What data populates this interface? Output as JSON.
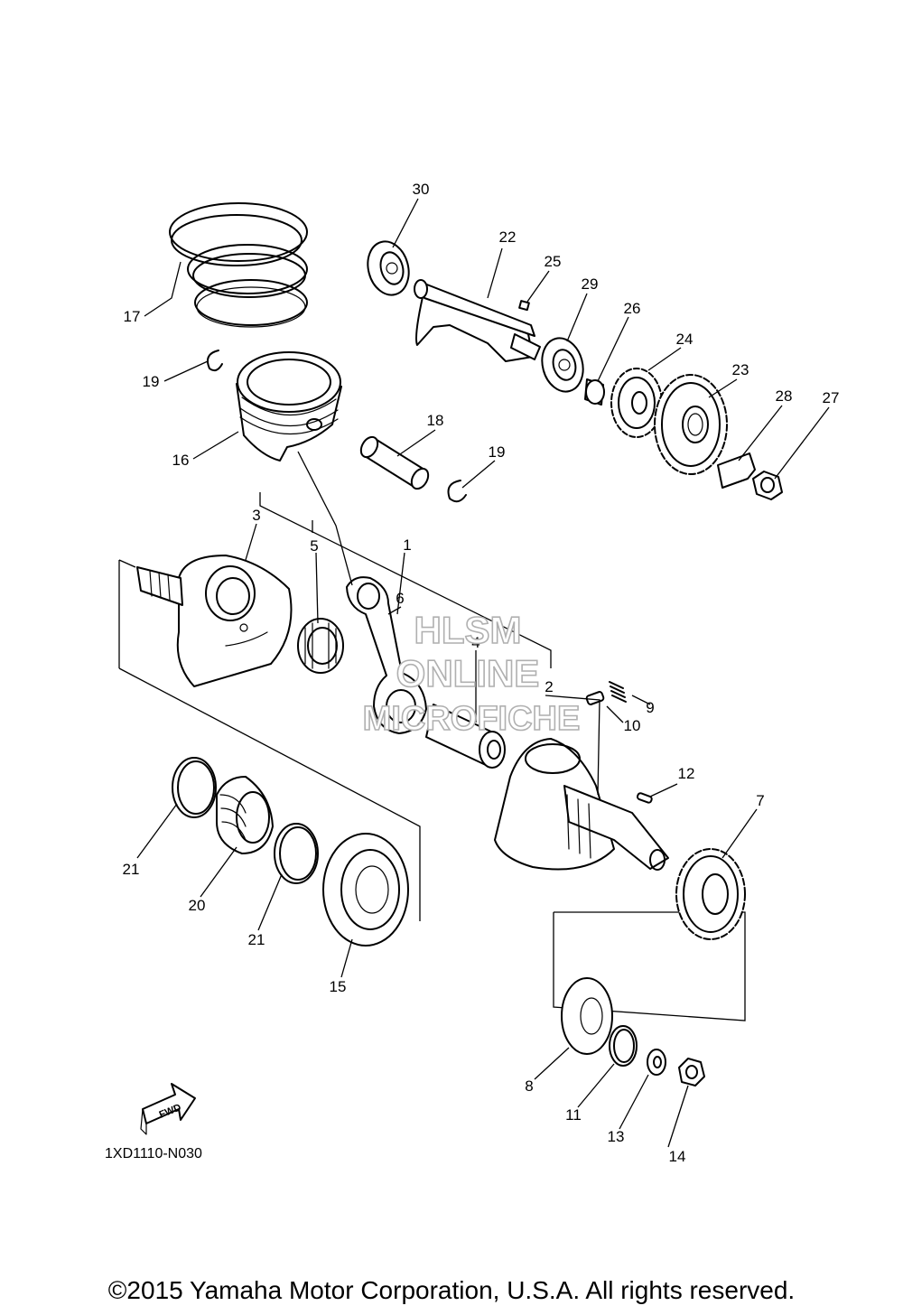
{
  "diagram": {
    "callouts": [
      {
        "id": "c30",
        "text": "30"
      },
      {
        "id": "c22",
        "text": "22"
      },
      {
        "id": "c25",
        "text": "25"
      },
      {
        "id": "c29",
        "text": "29"
      },
      {
        "id": "c26",
        "text": "26"
      },
      {
        "id": "c24",
        "text": "24"
      },
      {
        "id": "c23",
        "text": "23"
      },
      {
        "id": "c28",
        "text": "28"
      },
      {
        "id": "c27",
        "text": "27"
      },
      {
        "id": "c17",
        "text": "17"
      },
      {
        "id": "c19a",
        "text": "19"
      },
      {
        "id": "c16",
        "text": "16"
      },
      {
        "id": "c18",
        "text": "18"
      },
      {
        "id": "c19b",
        "text": "19"
      },
      {
        "id": "c3",
        "text": "3"
      },
      {
        "id": "c5",
        "text": "5"
      },
      {
        "id": "c1",
        "text": "1"
      },
      {
        "id": "c6",
        "text": "6"
      },
      {
        "id": "c4",
        "text": "4"
      },
      {
        "id": "c2",
        "text": "2"
      },
      {
        "id": "c9",
        "text": "9"
      },
      {
        "id": "c10",
        "text": "10"
      },
      {
        "id": "c12",
        "text": "12"
      },
      {
        "id": "c7",
        "text": "7"
      },
      {
        "id": "c21a",
        "text": "21"
      },
      {
        "id": "c20",
        "text": "20"
      },
      {
        "id": "c21b",
        "text": "21"
      },
      {
        "id": "c15",
        "text": "15"
      },
      {
        "id": "c8",
        "text": "8"
      },
      {
        "id": "c11",
        "text": "11"
      },
      {
        "id": "c13",
        "text": "13"
      },
      {
        "id": "c14",
        "text": "14"
      }
    ],
    "watermark": {
      "line1": "HLSM",
      "line2": "ONLINE",
      "line3": "MICROFICHE"
    },
    "fwd_label": "FWD",
    "diagram_code": "1XD1110-N030"
  },
  "footer": {
    "copyright": "©2015 Yamaha Motor Corporation, U.S.A. All rights reserved."
  }
}
